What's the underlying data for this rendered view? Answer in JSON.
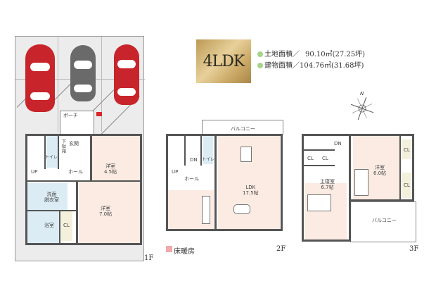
{
  "badge": {
    "label": "4LDK",
    "color": "#c9a964"
  },
  "areas": [
    {
      "label": "土地面積／",
      "value": "90.10㎡(27.25坪)"
    },
    {
      "label": "建物面積／",
      "value": "104.76㎡(31.68坪)"
    }
  ],
  "legend": {
    "label": "床暖房",
    "color": "#f2a9a9"
  },
  "compass": {
    "label": "N"
  },
  "floors": {
    "f1": {
      "label": "1F",
      "porch": "ポーチ",
      "rooms": [
        {
          "id": "genkan",
          "label": "玄関"
        },
        {
          "id": "shoes",
          "label": "下駄箱"
        },
        {
          "id": "toilet",
          "label": "トイレ"
        },
        {
          "id": "hall",
          "label": "ホール"
        },
        {
          "id": "up",
          "label": "UP"
        },
        {
          "id": "western1",
          "label": "洋室",
          "size": "4.5帖"
        },
        {
          "id": "western2",
          "label": "洋室",
          "size": "7.0帖"
        },
        {
          "id": "wash",
          "label": "洗面",
          "label2": "脱衣室"
        },
        {
          "id": "bath",
          "label": "浴室"
        },
        {
          "id": "cl",
          "label": "CL"
        }
      ],
      "cars": [
        {
          "color": "#c8242b"
        },
        {
          "color": "#666666"
        },
        {
          "color": "#c8242b"
        }
      ]
    },
    "f2": {
      "label": "2F",
      "balcony": "バルコニー",
      "rooms": [
        {
          "id": "up",
          "label": "UP"
        },
        {
          "id": "dn",
          "label": "DN"
        },
        {
          "id": "toilet",
          "label": "トイレ"
        },
        {
          "id": "hall",
          "label": "ホール"
        },
        {
          "id": "ldk",
          "label": "LDK",
          "size": "17.5帖"
        }
      ]
    },
    "f3": {
      "label": "3F",
      "balcony": "バルコニー",
      "rooms": [
        {
          "id": "dn",
          "label": "DN"
        },
        {
          "id": "cl1",
          "label": "CL"
        },
        {
          "id": "cl2",
          "label": "CL"
        },
        {
          "id": "cl3",
          "label": "CL"
        },
        {
          "id": "cl4",
          "label": "CL"
        },
        {
          "id": "western",
          "label": "洋室",
          "size": "6.0帖"
        },
        {
          "id": "master",
          "label": "主寝室",
          "size": "6.7帖"
        }
      ]
    }
  }
}
